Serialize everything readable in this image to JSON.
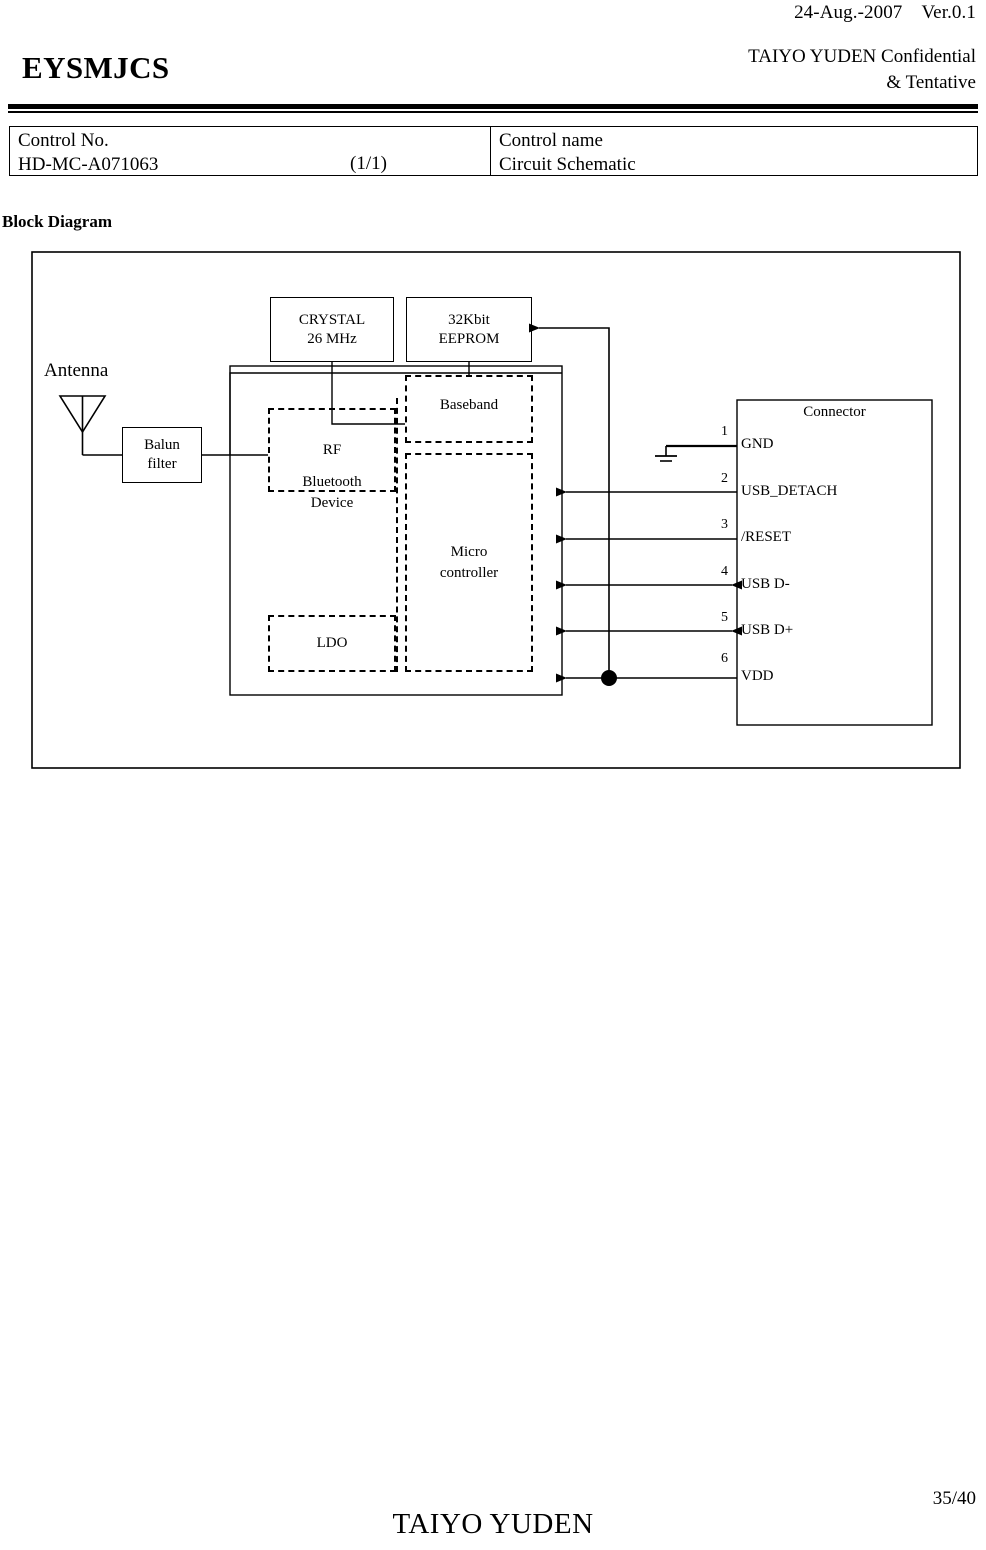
{
  "header": {
    "date": "24-Aug.-2007",
    "version": "Ver.0.1",
    "date_version": "24-Aug.-2007    Ver.0.1",
    "product": "EYSMJCS",
    "confidential_line1": "TAIYO YUDEN Confidential",
    "confidential_line2": "& Tentative"
  },
  "control_table": {
    "control_no_label": "Control No.",
    "control_no_value": "HD-MC-A071063",
    "page_count": "(1/1)",
    "control_name_label": "Control name",
    "control_name_value": "Circuit Schematic"
  },
  "section": {
    "title": "Block Diagram"
  },
  "diagram": {
    "antenna_label": "Antenna",
    "balun": {
      "line1": "Balun",
      "line2": "filter"
    },
    "crystal": {
      "line1": "CRYSTAL",
      "line2": "26 MHz"
    },
    "eeprom": {
      "line1": "32Kbit",
      "line2": "EEPROM"
    },
    "rf_label": "RF",
    "baseband_label": "Baseband",
    "bluetooth_device": {
      "line1": "Bluetooth",
      "line2": "Device"
    },
    "micro_controller": {
      "line1": "Micro",
      "line2": "controller"
    },
    "ldo_label": "LDO",
    "connector_title": "Connector",
    "connector_pins": [
      {
        "num": "1",
        "name": "GND",
        "arrow": "none"
      },
      {
        "num": "2",
        "name": "USB_DETACH",
        "arrow": "left"
      },
      {
        "num": "3",
        "name": "/RESET",
        "arrow": "left"
      },
      {
        "num": "4",
        "name": "USB D-",
        "arrow": "both"
      },
      {
        "num": "5",
        "name": "USB D+",
        "arrow": "both"
      },
      {
        "num": "6",
        "name": "VDD",
        "arrow": "left"
      }
    ],
    "ground_symbol": "ground-symbol"
  },
  "footer": {
    "page_number": "35/40",
    "company": "TAIYO YUDEN"
  },
  "colors": {
    "ink": "#000000",
    "paper": "#ffffff"
  }
}
